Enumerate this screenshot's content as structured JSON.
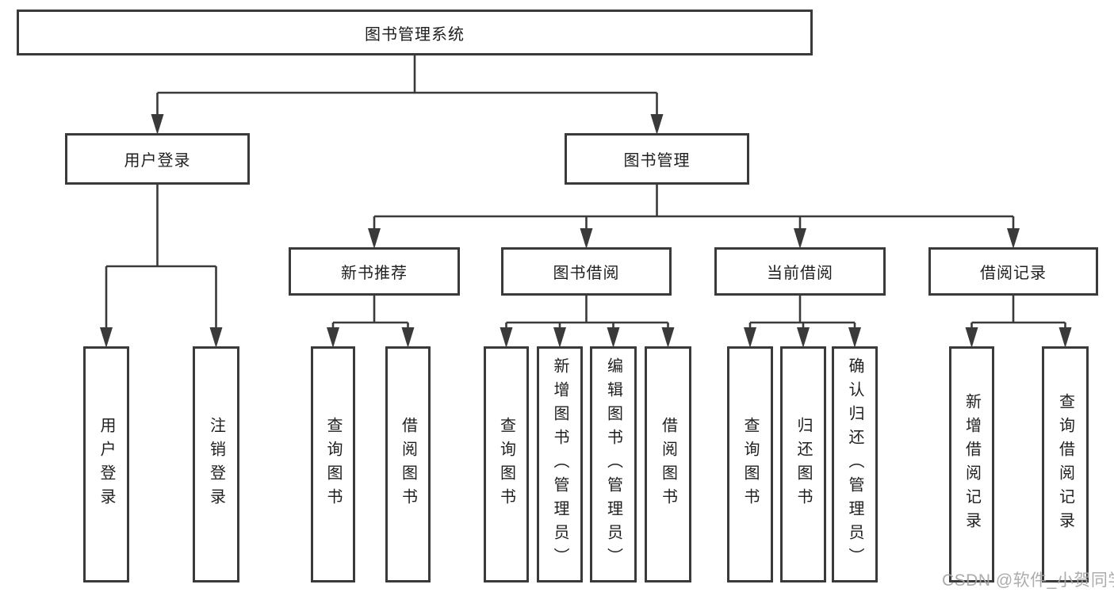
{
  "diagram_title": "图书管理系统",
  "tree": {
    "label": "图书管理系统",
    "children": [
      {
        "label": "用户登录",
        "children": [
          {
            "label": "用户登录"
          },
          {
            "label": "注销登录"
          }
        ]
      },
      {
        "label": "图书管理",
        "children": [
          {
            "label": "新书推荐",
            "children": [
              {
                "label": "查询图书"
              },
              {
                "label": "借阅图书"
              }
            ]
          },
          {
            "label": "图书借阅",
            "children": [
              {
                "label": "查询图书"
              },
              {
                "label": "新增图书（管理员）"
              },
              {
                "label": "编辑图书（管理员）"
              },
              {
                "label": "借阅图书"
              }
            ]
          },
          {
            "label": "当前借阅",
            "children": [
              {
                "label": "查询图书"
              },
              {
                "label": "归还图书"
              },
              {
                "label": "确认归还（管理员）"
              }
            ]
          },
          {
            "label": "借阅记录",
            "children": [
              {
                "label": "新增借阅记录"
              },
              {
                "label": "查询借阅记录"
              }
            ]
          }
        ]
      }
    ]
  },
  "watermark": "CSDN @软件_小贺同学",
  "colors": {
    "line": "#3a3a3a",
    "text": "#1f1f1f",
    "background": "#ffffff",
    "watermark": "#a5a5a5"
  }
}
